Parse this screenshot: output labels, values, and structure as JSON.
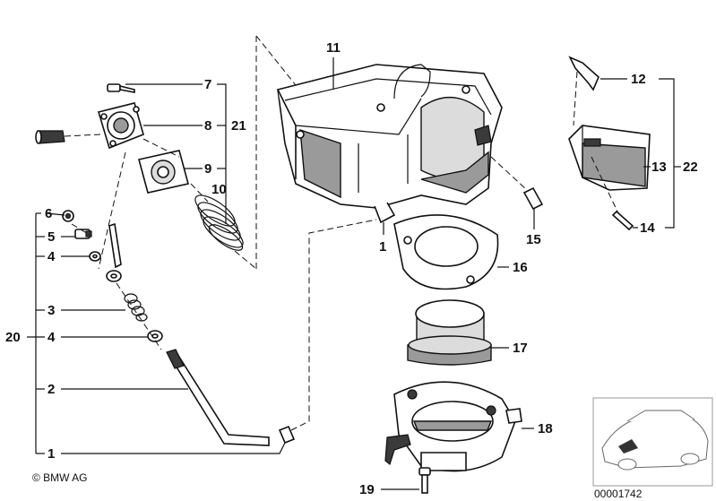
{
  "callouts": [
    {
      "id": "c7",
      "text": "7"
    },
    {
      "id": "c8",
      "text": "8"
    },
    {
      "id": "c21",
      "text": "21"
    },
    {
      "id": "c9",
      "text": "9"
    },
    {
      "id": "c10",
      "text": "10"
    },
    {
      "id": "c11",
      "text": "11"
    },
    {
      "id": "c12",
      "text": "12"
    },
    {
      "id": "c13",
      "text": "13"
    },
    {
      "id": "c22",
      "text": "22"
    },
    {
      "id": "c14",
      "text": "14"
    },
    {
      "id": "c6",
      "text": "6"
    },
    {
      "id": "c5",
      "text": "5"
    },
    {
      "id": "c4a",
      "text": "4"
    },
    {
      "id": "c1a",
      "text": "1"
    },
    {
      "id": "c15",
      "text": "15"
    },
    {
      "id": "c16",
      "text": "16"
    },
    {
      "id": "c3",
      "text": "3"
    },
    {
      "id": "c20",
      "text": "20"
    },
    {
      "id": "c4b",
      "text": "4"
    },
    {
      "id": "c17",
      "text": "17"
    },
    {
      "id": "c2",
      "text": "2"
    },
    {
      "id": "c18",
      "text": "18"
    },
    {
      "id": "c1b",
      "text": "1"
    },
    {
      "id": "c19",
      "text": "19"
    }
  ],
  "copyright": "© BMW AG",
  "diagram_number": "00001742",
  "colors": {
    "ink": "#111111",
    "shade": "#9a9a9a",
    "background": "#ffffff"
  }
}
